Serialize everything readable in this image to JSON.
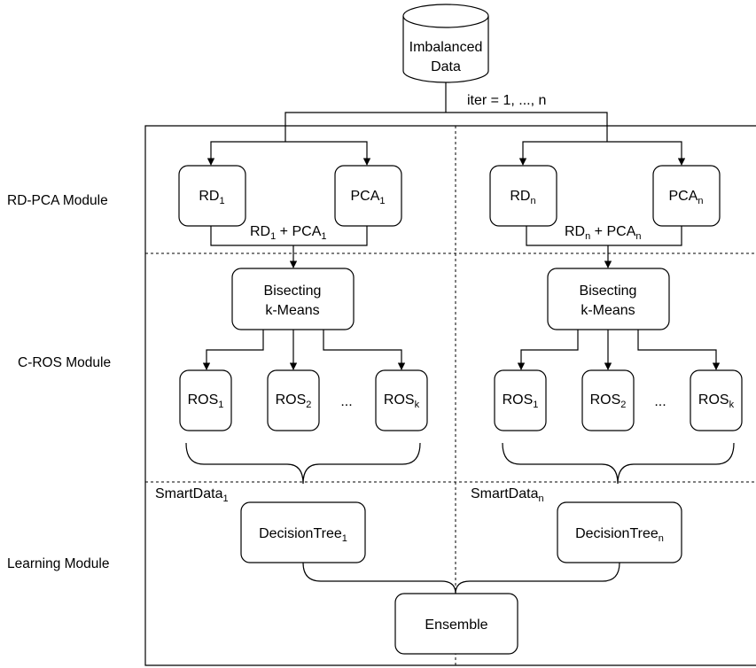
{
  "source": {
    "line1": "Imbalanced",
    "line2": "Data"
  },
  "iter_label": "iter = 1, ..., n",
  "modules": {
    "rdpca": "RD-PCA Module",
    "cros": "C-ROS Module",
    "learning": "Learning Module"
  },
  "left": {
    "rd": {
      "base": "RD",
      "sub": "1"
    },
    "pca": {
      "base": "PCA",
      "sub": "1"
    },
    "combine": {
      "a": "RD",
      "a_sub": "1",
      "plus": " + PCA",
      "b_sub": "1"
    },
    "bkm": {
      "line1": "Bisecting",
      "line2": "k-Means"
    },
    "ros": [
      {
        "base": "ROS",
        "sub": "1"
      },
      {
        "base": "ROS",
        "sub": "2"
      },
      {
        "base": "ROS",
        "sub": "k"
      }
    ],
    "ellipsis": "...",
    "smartdata": {
      "base": "SmartData",
      "sub": "1"
    },
    "tree": {
      "base": "DecisionTree",
      "sub": "1"
    }
  },
  "right": {
    "rd": {
      "base": "RD",
      "sub": "n"
    },
    "pca": {
      "base": "PCA",
      "sub": "n"
    },
    "combine": {
      "a": "RD",
      "a_sub": "n",
      "plus": " + PCA",
      "b_sub": "n"
    },
    "bkm": {
      "line1": "Bisecting",
      "line2": "k-Means"
    },
    "ros": [
      {
        "base": "ROS",
        "sub": "1"
      },
      {
        "base": "ROS",
        "sub": "2"
      },
      {
        "base": "ROS",
        "sub": "k"
      }
    ],
    "ellipsis": "...",
    "smartdata": {
      "base": "SmartData",
      "sub": "n"
    },
    "tree": {
      "base": "DecisionTree",
      "sub": "n"
    }
  },
  "ensemble": "Ensemble"
}
